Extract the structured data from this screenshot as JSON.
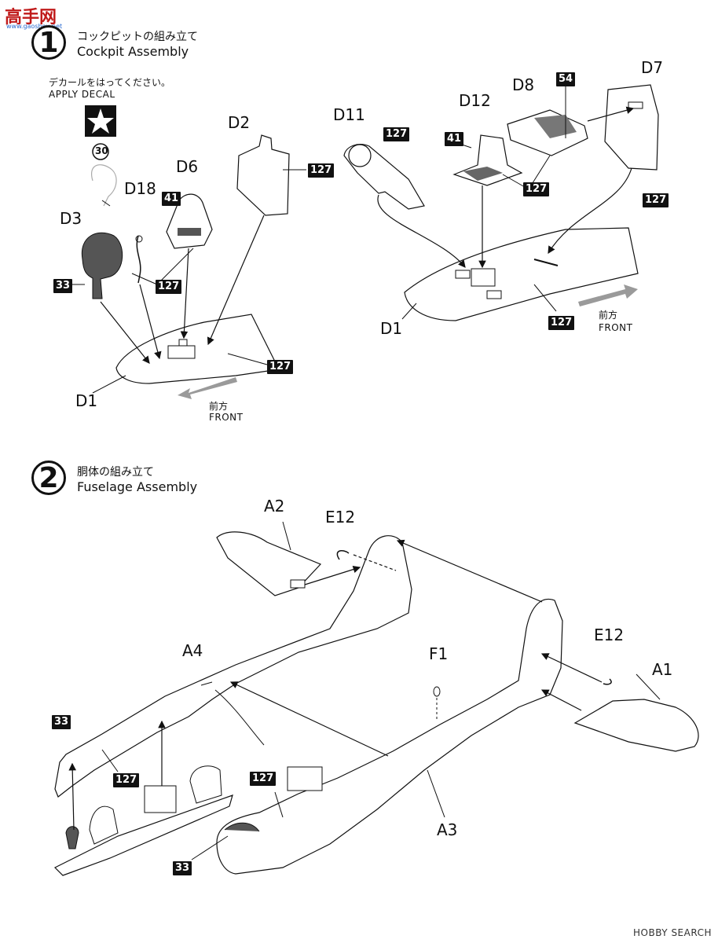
{
  "watermark": {
    "title": "高手网",
    "subtitle": "www.gaoshou.net"
  },
  "hobbysearch": {
    "text": "HOBBY SEARCH"
  },
  "steps": [
    {
      "number": "1",
      "title_jp": "コックピットの組み立て",
      "title_en": "Cockpit Assembly"
    },
    {
      "number": "2",
      "title_jp": "胴体の組み立て",
      "title_en": "Fuselage Assembly"
    }
  ],
  "decal_note": {
    "jp": "デカールをはってください。",
    "en": "APPLY DECAL",
    "decal_number": "30"
  },
  "front_labels": [
    {
      "jp": "前方",
      "en": "FRONT"
    },
    {
      "jp": "前方",
      "en": "FRONT"
    }
  ],
  "parts": {
    "step1_left": [
      "D2",
      "D6",
      "D18",
      "D3",
      "D1"
    ],
    "step1_right": [
      "D11",
      "D12",
      "D8",
      "D7",
      "D1"
    ],
    "step2": [
      "A2",
      "E12",
      "A4",
      "F1",
      "E12",
      "A1",
      "A3"
    ]
  },
  "paint_codes": {
    "step1": [
      "127",
      "41",
      "33",
      "127",
      "127",
      "127",
      "41",
      "54",
      "127",
      "127",
      "127"
    ],
    "step2": [
      "33",
      "127",
      "127",
      "33"
    ]
  },
  "icons": [
    "star-decal-icon",
    "arrow-front-icon"
  ],
  "colors": {
    "ink": "#111111",
    "watermark_red": "#c01a1a",
    "watermark_blue": "#2a6ad0",
    "arrow_gray": "#9a9a9a"
  }
}
